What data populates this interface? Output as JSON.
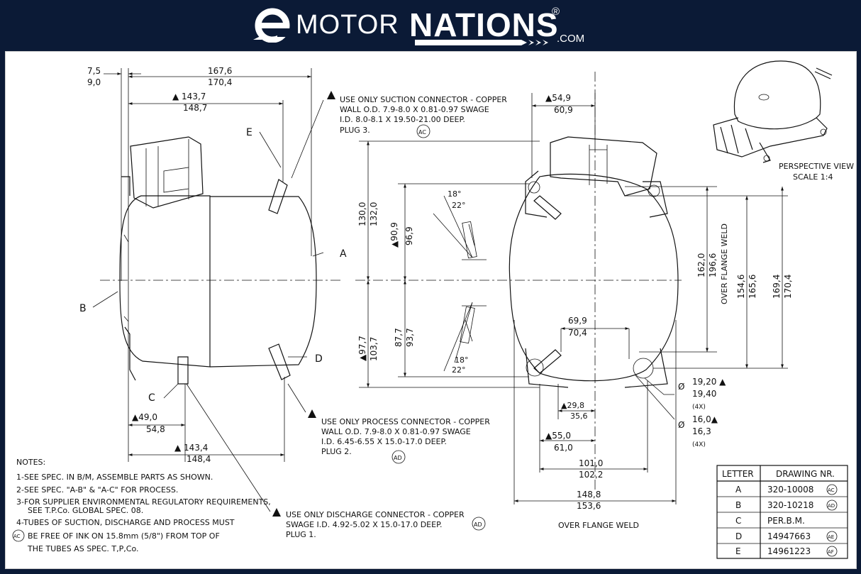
{
  "brand": {
    "prefix": "MOTOR",
    "name": "NATIONS",
    "registered": "®",
    "suffix": ".COM"
  },
  "left_view": {
    "top_dims": {
      "a1": "7,5",
      "a2": "9,0",
      "b1": "167,6",
      "b2": "170,4",
      "c1": "▲ 143,7",
      "c2": "148,7"
    },
    "bottom_dims": {
      "d1": "▲49,0",
      "d2": "54,8",
      "e1": "▲ 143,4",
      "e2": "148,4"
    },
    "labels": {
      "a": "A",
      "b": "B",
      "c": "C",
      "d": "D",
      "e": "E"
    }
  },
  "notes_suction": {
    "lines": [
      "USE ONLY SUCTION CONNECTOR - COPPER",
      "WALL O.D. 7.9-8.0 X 0.81-0.97 SWAGE",
      "I.D. 8.0-8.1 X 19.50-21.00 DEEP.",
      "PLUG 3."
    ],
    "badge": "AC"
  },
  "notes_process": {
    "lines": [
      "USE ONLY PROCESS CONNECTOR - COPPER",
      "WALL O.D. 7.9-8.0 X 0.81-0.97 SWAGE",
      "I.D. 6.45-6.55 X 15.0-17.0 DEEP.",
      "PLUG 2."
    ],
    "badge": "AD"
  },
  "notes_discharge": {
    "lines": [
      "USE ONLY DISCHARGE CONNECTOR - COPPER",
      "SWAGE I.D. 4.92-5.02 X 15.0-17.0 DEEP.",
      "PLUG 1."
    ],
    "badge": "AD"
  },
  "notes": {
    "title": "NOTES:",
    "items": [
      "1-SEE SPEC. IN B/M, ASSEMBLE PARTS AS SHOWN.",
      "2-SEE SPEC. \"A-B\" & \"A-C\" FOR PROCESS.",
      "3-FOR SUPPLIER ENVIRONMENTAL REGULATORY REQUIREMENTS,",
      "SEE T.P.Co. GLOBAL SPEC. 08.",
      "4-TUBES OF SUCTION, DISCHARGE AND PROCESS MUST",
      "BE FREE OF INK ON 15.8mm (5/8\") FROM TOP OF",
      "THE TUBES AS SPEC. T,P,Co."
    ],
    "badge": "AC"
  },
  "middle_dims": {
    "h1": "130,0",
    "h2": "132,0",
    "h3": "▲90,9",
    "h4": "96,9",
    "h5": "▲97,7",
    "h6": "103,7",
    "h7": "87,7",
    "h8": "93,7",
    "angle1": "18°",
    "angle2": "22°",
    "angle3": "18°",
    "angle4": "22°"
  },
  "right_view": {
    "top1": "▲54,9",
    "top2": "60,9",
    "mid1": "69,9",
    "mid2": "70,4",
    "small1": "▲29,8",
    "small2": "35,6",
    "b1": "▲55,0",
    "b2": "61,0",
    "c1": "101,0",
    "c2": "102,2",
    "w1": "148,8",
    "w2": "153,6",
    "v1": "162,0",
    "v2": "196,6",
    "flange_weld_v": "OVER FLANGE WELD",
    "v3": "154,6",
    "v4": "165,6",
    "v5": "169,4",
    "v6": "170,4",
    "dia_sym": "Ø",
    "d1a": "19,20 ▲",
    "d1b": "19,40",
    "d1c": "(4X)",
    "d2a": "16,0▲",
    "d2b": "16,3",
    "d2c": "(4X)",
    "flange_weld_h": "OVER FLANGE WELD"
  },
  "perspective": {
    "label1": "PERSPECTIVE VIEW",
    "label2": "SCALE  1:4"
  },
  "table": {
    "headers": [
      "LETTER",
      "DRAWING NR."
    ],
    "rows": [
      {
        "letter": "A",
        "number": "320-10008",
        "badge": "AC"
      },
      {
        "letter": "B",
        "number": "320-10218",
        "badge": "AD"
      },
      {
        "letter": "C",
        "number": "PER.B.M.",
        "badge": ""
      },
      {
        "letter": "D",
        "number": "14947663",
        "badge": "AE"
      },
      {
        "letter": "E",
        "number": "14961223",
        "badge": "AF"
      }
    ]
  }
}
